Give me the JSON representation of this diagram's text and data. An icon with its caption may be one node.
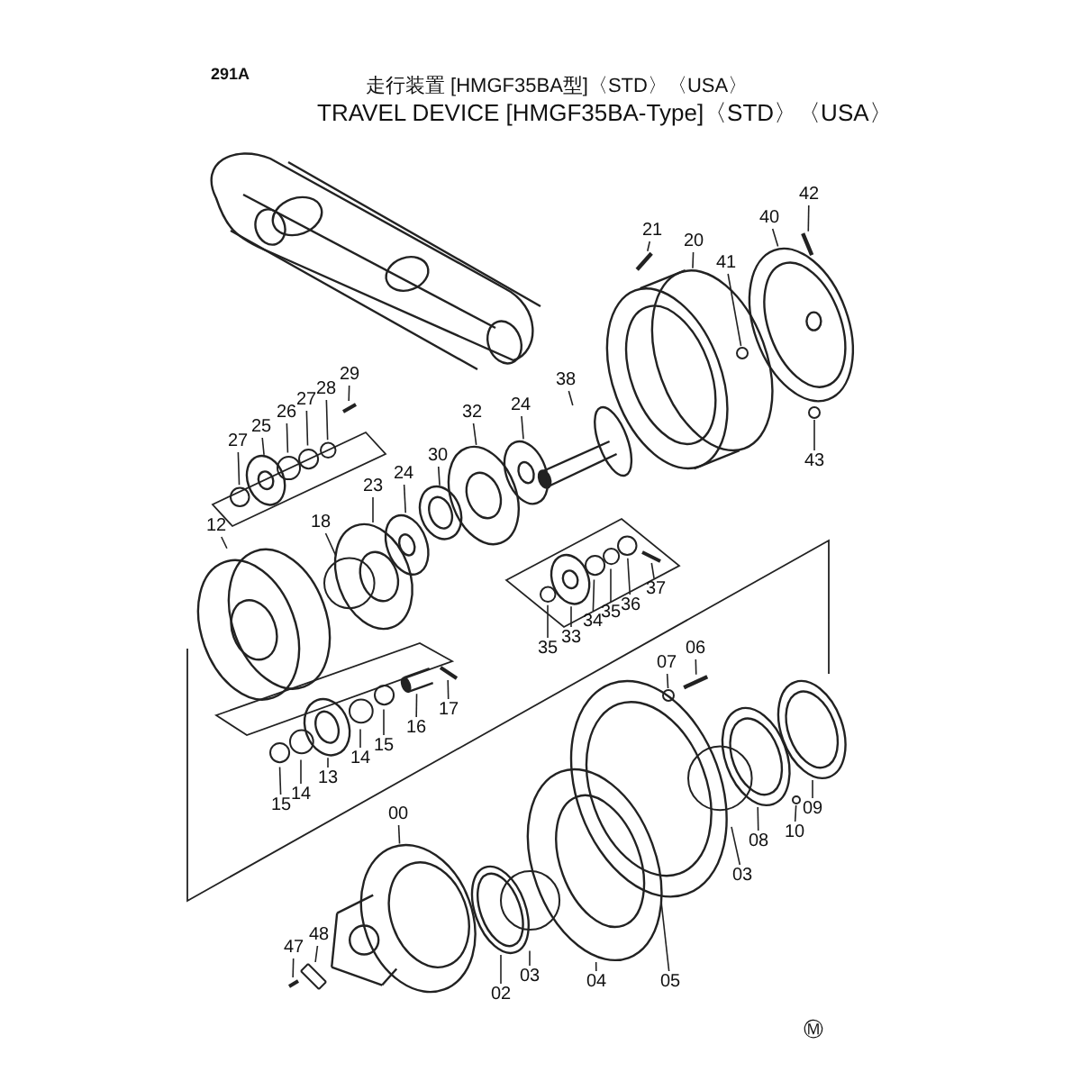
{
  "diagram": {
    "title": "走行装置 [HMGF35BA型]〈STD〉〈USA〉",
    "nodes": [
      {
        "text": [
          "42"
        ]
      },
      {
        "text": [
          "40"
        ]
      },
      {
        "text": [
          "21"
        ]
      },
      {
        "text": [
          "20"
        ]
      },
      {
        "text": [
          "41"
        ]
      },
      {
        "text": [
          "29"
        ]
      },
      {
        "text": [
          "38"
        ]
      },
      {
        "text": [
          "28"
        ]
      },
      {
        "text": [
          "24"
        ]
      },
      {
        "text": [
          "27"
        ]
      },
      {
        "text": [
          "26"
        ]
      },
      {
        "text": [
          "32"
        ]
      },
      {
        "text": [
          "25"
        ]
      },
      {
        "text": [
          "27"
        ]
      },
      {
        "text": [
          "43"
        ]
      },
      {
        "text": [
          "30"
        ]
      },
      {
        "text": [
          "24"
        ]
      },
      {
        "text": [
          "23"
        ]
      },
      {
        "text": [
          "12"
        ]
      },
      {
        "text": [
          "18"
        ]
      },
      {
        "text": [
          "37"
        ]
      },
      {
        "text": [
          "36"
        ]
      },
      {
        "text": [
          "35"
        ]
      },
      {
        "text": [
          "34"
        ]
      },
      {
        "text": [
          "33"
        ]
      },
      {
        "text": [
          "35"
        ]
      },
      {
        "text": [
          "06"
        ]
      },
      {
        "text": [
          "07"
        ]
      },
      {
        "text": [
          "17"
        ]
      },
      {
        "text": [
          "16"
        ]
      },
      {
        "text": [
          "15"
        ]
      },
      {
        "text": [
          "14"
        ]
      },
      {
        "text": [
          "13"
        ]
      },
      {
        "text": [
          "14"
        ]
      },
      {
        "text": [
          "15"
        ]
      },
      {
        "text": [
          "09"
        ]
      },
      {
        "text": [
          "00"
        ]
      },
      {
        "text": [
          "10"
        ]
      },
      {
        "text": [
          "08"
        ]
      },
      {
        "text": [
          "03"
        ]
      },
      {
        "text": [
          "48"
        ]
      },
      {
        "text": [
          "47"
        ]
      },
      {
        "text": [
          "03"
        ]
      },
      {
        "text": [
          "04"
        ]
      },
      {
        "text": [
          "05"
        ]
      },
      {
        "text": [
          "02"
        ]
      },
      {
        "text": [],
        "shape": "picture"
      },
      {
        "text": [],
        "shape": "picture"
      },
      {
        "text": [],
        "shape": "picture"
      },
      {
        "text": [],
        "shape": "picture"
      },
      {
        "text": [],
        "shape": "circle"
      },
      {
        "text": [],
        "shape": "picture"
      },
      {
        "text": [],
        "shape": "picture"
      },
      {
        "text": [],
        "shape": "circle"
      },
      {
        "text": [],
        "shape": "picture"
      },
      {
        "text": [],
        "shape": "circle"
      },
      {
        "text": [],
        "shape": "circle"
      },
      {
        "text": [],
        "shape": "picture"
      },
      {
        "text": [],
        "shape": "picture"
      },
      {
        "text": [],
        "shape": "circle"
      },
      {
        "text": [],
        "shape": "circle"
      },
      {
        "text": [],
        "shape": "picture"
      },
      {
        "text": [],
        "shape": "picture"
      },
      {
        "text": [],
        "shape": "picture"
      },
      {
        "text": [],
        "shape": "picture"
      },
      {
        "text": [],
        "shape": "circle"
      },
      {
        "text": [],
        "shape": "picture"
      },
      {
        "text": [],
        "shape": "circle"
      },
      {
        "text": [],
        "shape": "circle"
      },
      {
        "text": [],
        "shape": "circle"
      },
      {
        "text": [],
        "shape": "picture"
      },
      {
        "text": [],
        "shape": "circle"
      },
      {
        "text": [],
        "shape": "picture"
      },
      {
        "text": [],
        "shape": "circle"
      },
      {
        "text": [],
        "shape": "picture"
      },
      {
        "text": [],
        "shape": "picture"
      },
      {
        "text": [],
        "shape": "circle"
      },
      {
        "text": [],
        "shape": "circle"
      },
      {
        "text": [],
        "shape": "picture"
      },
      {
        "text": [],
        "shape": "circle"
      },
      {
        "text": [],
        "shape": "circle"
      },
      {
        "text": [],
        "shape": "picture"
      },
      {
        "text": [],
        "shape": "picture"
      },
      {
        "text": [],
        "shape": "circle"
      },
      {
        "text": [],
        "shape": "picture"
      },
      {
        "text": [],
        "shape": "circle"
      },
      {
        "text": [],
        "shape": "picture"
      },
      {
        "text": [],
        "shape": "picture"
      },
      {
        "text": [],
        "shape": "circle"
      },
      {
        "text": [],
        "shape": "picture"
      },
      {
        "text": [],
        "shape": "picture"
      },
      {
        "text": [],
        "shape": "picture"
      }
    ],
    "edges": [
      {
        "from": 0,
        "to": 46,
        "arrow": "none"
      },
      {
        "from": 1,
        "to": 47,
        "arrow": "none"
      },
      {
        "from": 2,
        "to": 48,
        "arrow": "none"
      },
      {
        "from": 3,
        "to": 49,
        "arrow": "none"
      },
      {
        "from": 4,
        "to": 50,
        "arrow": "none"
      },
      {
        "from": 5,
        "to": 51,
        "arrow": "none"
      },
      {
        "from": 6,
        "to": 52,
        "arrow": "none"
      },
      {
        "from": 7,
        "to": 53,
        "arrow": "none"
      },
      {
        "from": 8,
        "to": 54,
        "arrow": "none"
      },
      {
        "from": 9,
        "to": 55,
        "arrow": "none"
      },
      {
        "from": 10,
        "to": 56,
        "arrow": "none"
      },
      {
        "from": 11,
        "to": 57,
        "arrow": "none"
      },
      {
        "from": 12,
        "to": 58,
        "arrow": "none"
      },
      {
        "from": 13,
        "to": 59,
        "arrow": "none"
      },
      {
        "from": 14,
        "to": 60,
        "arrow": "none"
      },
      {
        "from": 15,
        "to": 61,
        "arrow": "none"
      },
      {
        "from": 16,
        "to": 62,
        "arrow": "none"
      },
      {
        "from": 17,
        "to": 63,
        "arrow": "none"
      },
      {
        "from": 18,
        "to": 64,
        "arrow": "none"
      },
      {
        "from": 19,
        "to": 65,
        "arrow": "none"
      },
      {
        "from": 20,
        "to": 66,
        "arrow": "none"
      },
      {
        "from": 21,
        "to": 67,
        "arrow": "none"
      },
      {
        "from": 22,
        "to": 68,
        "arrow": "none"
      },
      {
        "from": 23,
        "to": 69,
        "arrow": "none"
      },
      {
        "from": 24,
        "to": 70,
        "arrow": "none"
      },
      {
        "from": 25,
        "to": 71,
        "arrow": "none"
      },
      {
        "from": 26,
        "to": 72,
        "arrow": "none"
      },
      {
        "from": 27,
        "to": 73,
        "arrow": "none"
      },
      {
        "from": 28,
        "to": 74,
        "arrow": "none"
      },
      {
        "from": 29,
        "to": 75,
        "arrow": "none"
      },
      {
        "from": 30,
        "to": 76,
        "arrow": "none"
      },
      {
        "from": 31,
        "to": 77,
        "arrow": "none"
      },
      {
        "from": 32,
        "to": 78,
        "arrow": "none"
      },
      {
        "from": 33,
        "to": 79,
        "arrow": "none"
      },
      {
        "from": 34,
        "to": 80,
        "arrow": "none"
      },
      {
        "from": 35,
        "to": 81,
        "arrow": "none"
      },
      {
        "from": 36,
        "to": 82,
        "arrow": "none"
      },
      {
        "from": 37,
        "to": 83,
        "arrow": "none"
      },
      {
        "from": 38,
        "to": 84,
        "arrow": "none"
      },
      {
        "from": 39,
        "to": 85,
        "arrow": "none"
      },
      {
        "from": 40,
        "to": 86,
        "arrow": "none"
      },
      {
        "from": 41,
        "to": 87,
        "arrow": "none"
      },
      {
        "from": 42,
        "to": 88,
        "arrow": "none"
      },
      {
        "from": 43,
        "to": 89,
        "arrow": "none"
      },
      {
        "from": 44,
        "to": 90,
        "arrow": "none"
      },
      {
        "from": 45,
        "to": 91,
        "arrow": "none"
      }
    ],
    "labels": [
      "291A",
      "TRAVEL DEVICE [HMGF35BA-Type]〈STD〉〈USA〉",
      "Ⓜ"
    ]
  }
}
